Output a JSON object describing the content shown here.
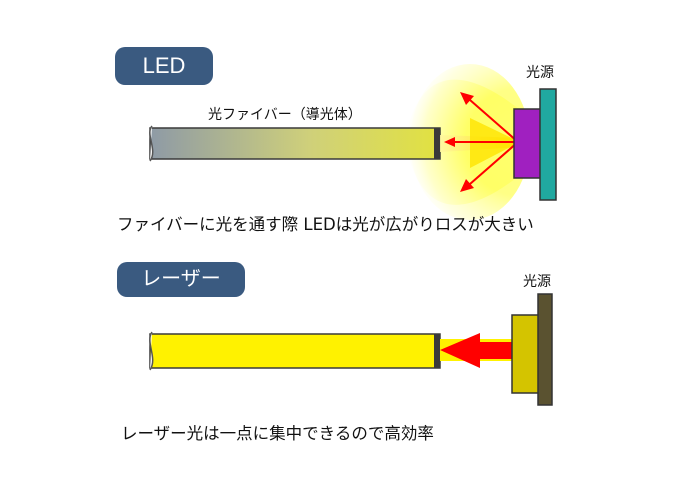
{
  "led_section": {
    "badge": "LED",
    "fiber_label": "光ファイバー（導光体）",
    "source_label": "光源",
    "caption": "ファイバーに光を通す際 LEDは光が広がりロスが大きい"
  },
  "laser_section": {
    "badge": "レーザー",
    "source_label": "光源",
    "caption": "レーザー光は一点に集中できるので高効率"
  },
  "colors": {
    "badge_bg": "#3a5a80",
    "led_body": "#a020c0",
    "led_plate": "#20a8a0",
    "laser_body": "#d4c400",
    "laser_plate": "#5a5230",
    "beam_red": "#ff0000",
    "glow_yellow": "#ffff40"
  }
}
